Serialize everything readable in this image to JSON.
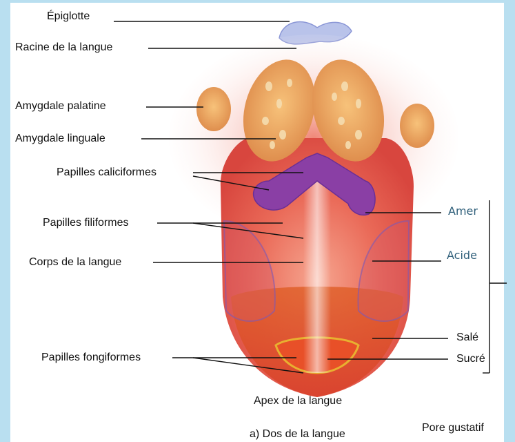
{
  "labels": {
    "epiglotte": "Épiglotte",
    "racine": "Racine de la langue",
    "amygdale_palatine": "Amygdale palatine",
    "amygdale_linguale": "Amygdale linguale",
    "papilles_caliciformes": "Papilles caliciformes",
    "papilles_filiformes": "Papilles filiformes",
    "corps": "Corps de la langue",
    "papilles_fongiformes": "Papilles fongiformes",
    "apex": "Apex de la langue",
    "caption": "a) Dos de la langue",
    "amer": "Amer",
    "acide": "Acide",
    "sale": "Salé",
    "sucre": "Sucré",
    "pore": "Pore gustatif"
  },
  "colors": {
    "background": "#b9dff0",
    "tongue": "#e8554a",
    "bitter_zone": "#8a3fa5",
    "tonsil": "#e9a45a"
  }
}
